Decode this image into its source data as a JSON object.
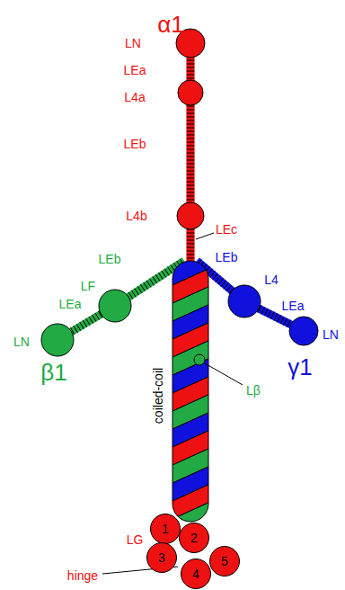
{
  "diagram": {
    "nodes": [
      {
        "text": [
          "1"
        ]
      },
      {
        "text": [
          "2"
        ]
      },
      {
        "text": [
          "3"
        ]
      },
      {
        "text": [
          "4"
        ]
      },
      {
        "text": [
          "5"
        ]
      }
    ],
    "labels": [
      "α1",
      "LN",
      "LEa",
      "L4a",
      "LEb",
      "L4b",
      "LEc",
      "LEb",
      "LF",
      "LEa",
      "LN",
      "β1",
      "LEb",
      "L4",
      "LEa",
      "LN",
      "γ1",
      "coiled-coil",
      "Lβ",
      "LG",
      "hinge"
    ]
  }
}
